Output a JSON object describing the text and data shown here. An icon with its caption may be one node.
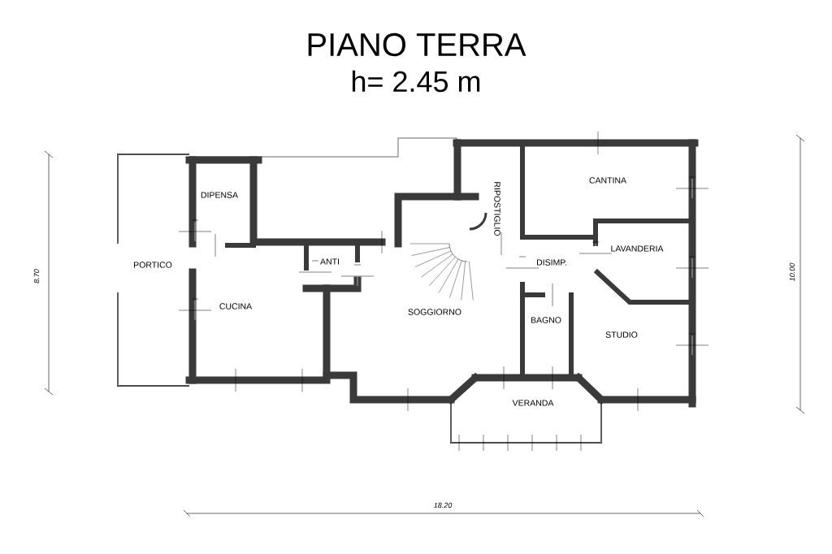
{
  "diagram": {
    "title": "PIANO TERRA",
    "labels": [
      "h= 2.45 m",
      "DIPENSA",
      "RIPOSTIGLIO",
      "CANTINA",
      "ANTI",
      "LAVANDERIA",
      "PORTICO",
      "DISIMP.",
      "CUCINA",
      "SOGGIORNO",
      "BAGNO",
      "STUDIO",
      "VERANDA",
      "8.70",
      "10.00",
      "18.20"
    ]
  }
}
